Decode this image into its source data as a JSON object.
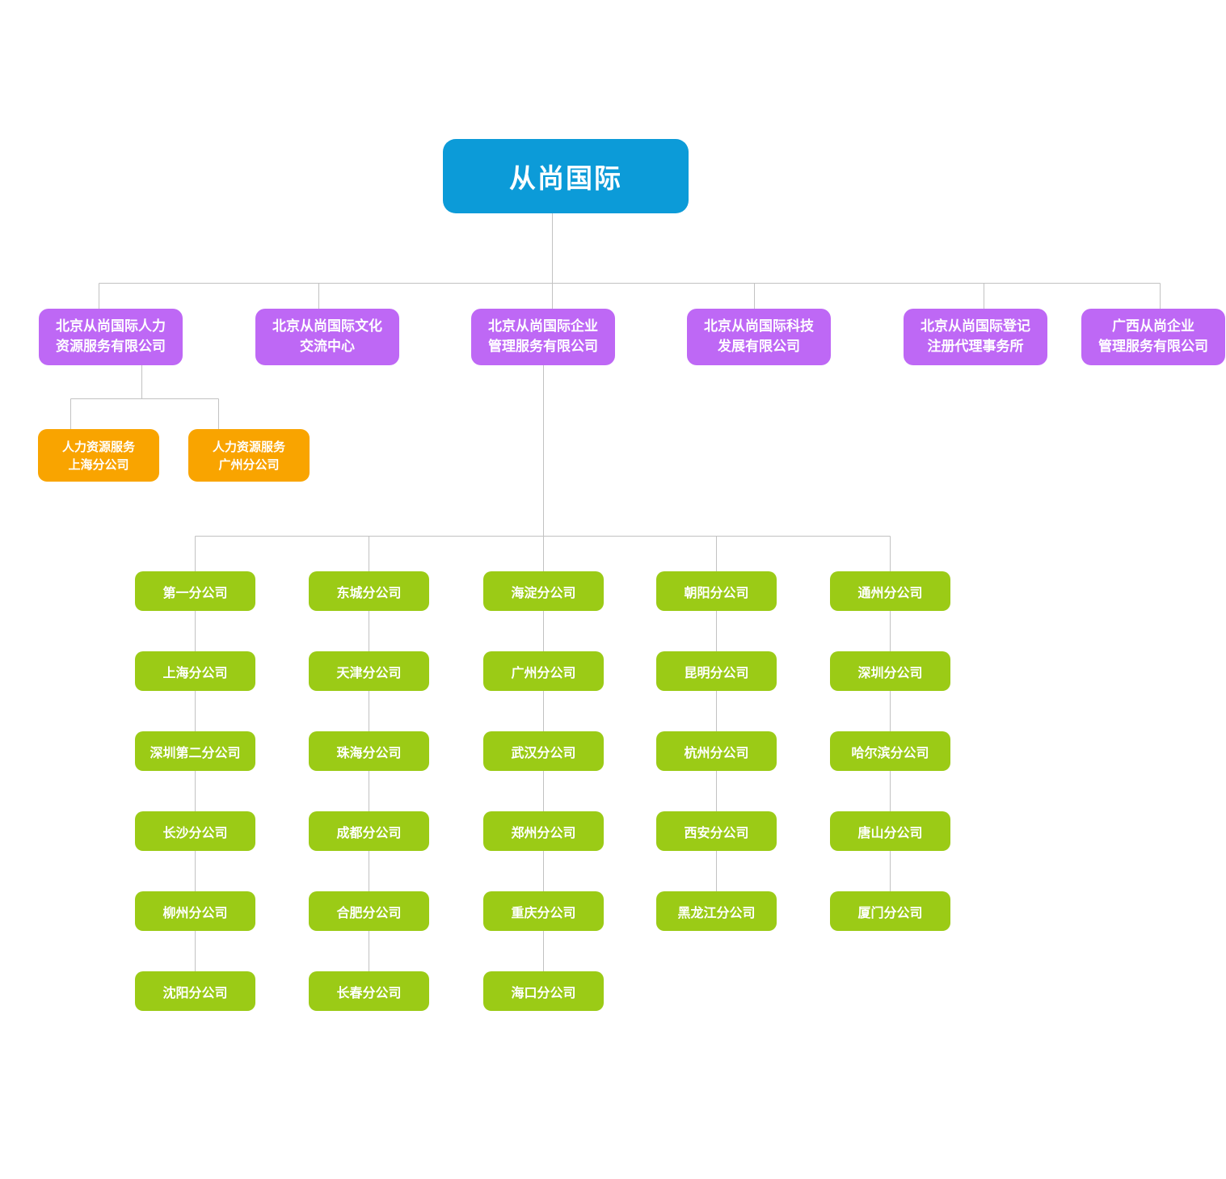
{
  "colors": {
    "background": "#ffffff",
    "root": "#0c9bd8",
    "level2": "#be68f5",
    "orange": "#f9a400",
    "green": "#9bcb16",
    "connector": "#c2c2c2",
    "text": "#ffffff"
  },
  "chart": {
    "type": "org-chart",
    "root": {
      "label": "从尚国际"
    },
    "subsidiaries": [
      {
        "name": "北京从尚国际人力资源服务有限公司",
        "lines": [
          "北京从尚国际人力",
          "资源服务有限公司"
        ]
      },
      {
        "name": "北京从尚国际文化交流中心",
        "lines": [
          "北京从尚国际文化",
          "交流中心"
        ]
      },
      {
        "name": "北京从尚国际企业管理服务有限公司",
        "lines": [
          "北京从尚国际企业",
          "管理服务有限公司"
        ]
      },
      {
        "name": "北京从尚国际科技发展有限公司",
        "lines": [
          "北京从尚国际科技",
          "发展有限公司"
        ]
      },
      {
        "name": "北京从尚国际登记注册代理事务所",
        "lines": [
          "北京从尚国际登记",
          "注册代理事务所"
        ]
      },
      {
        "name": "广西从尚企业管理服务有限公司",
        "lines": [
          "广西从尚企业",
          "管理服务有限公司"
        ]
      }
    ],
    "hr_branches": [
      {
        "name": "人力资源服务上海分公司",
        "lines": [
          "人力资源服务",
          "上海分公司"
        ]
      },
      {
        "name": "人力资源服务广州分公司",
        "lines": [
          "人力资源服务",
          "广州分公司"
        ]
      }
    ],
    "management_branches": {
      "col1": [
        "第一分公司",
        "上海分公司",
        "深圳第二分公司",
        "长沙分公司",
        "柳州分公司",
        "沈阳分公司"
      ],
      "col2": [
        "东城分公司",
        "天津分公司",
        "珠海分公司",
        "成都分公司",
        "合肥分公司",
        "长春分公司"
      ],
      "col3": [
        "海淀分公司",
        "广州分公司",
        "武汉分公司",
        "郑州分公司",
        "重庆分公司",
        "海口分公司"
      ],
      "col4": [
        "朝阳分公司",
        "昆明分公司",
        "杭州分公司",
        "西安分公司",
        "黑龙江分公司"
      ],
      "col5": [
        "通州分公司",
        "深圳分公司",
        "哈尔滨分公司",
        "唐山分公司",
        "厦门分公司"
      ]
    }
  }
}
